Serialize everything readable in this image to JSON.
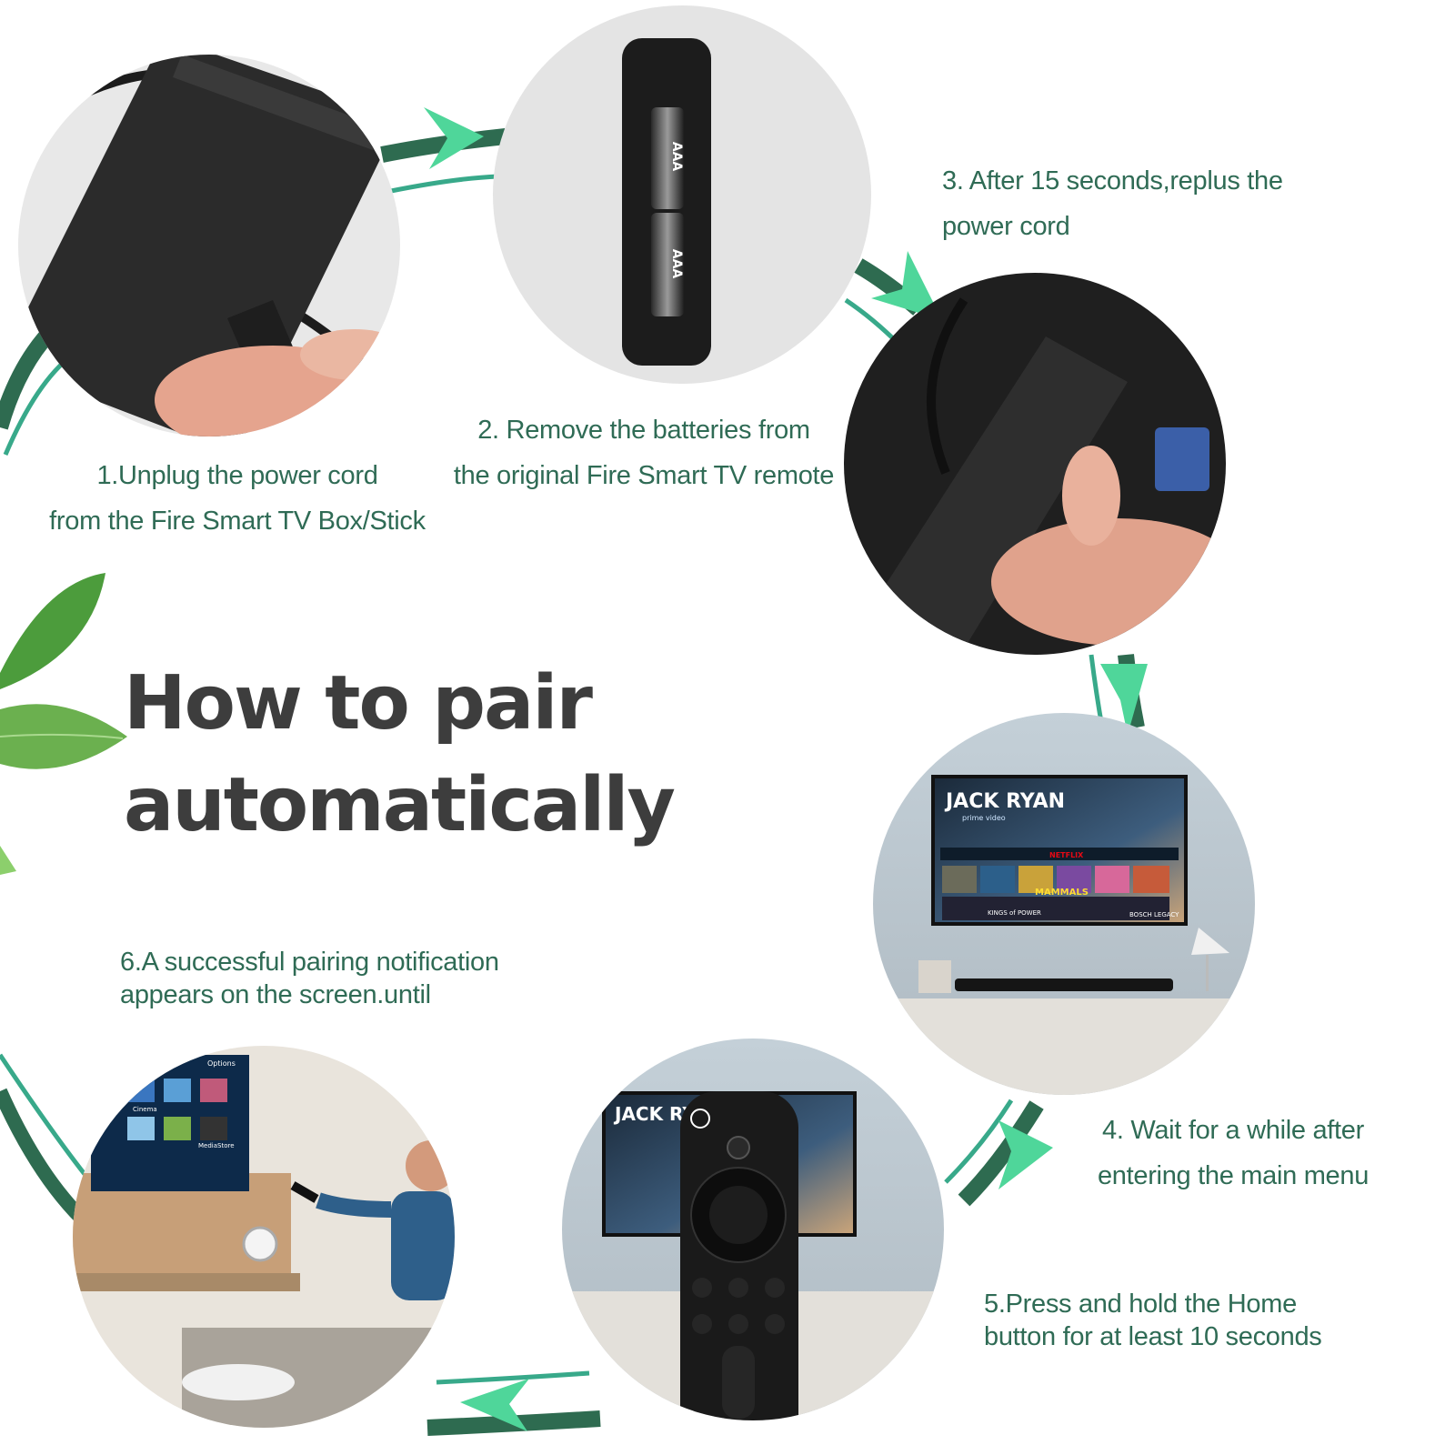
{
  "title": {
    "line1": "How to pair",
    "line2": "automatically"
  },
  "steps": [
    {
      "line1": "1.Unplug the power cord",
      "line2": "from the Fire Smart TV Box/Stick"
    },
    {
      "line1": "2. Remove the batteries from",
      "line2": "the original Fire Smart TV remote"
    },
    {
      "line1": "3. After 15 seconds,replus the",
      "line2": "power cord"
    },
    {
      "line1": "4. Wait for a while after",
      "line2": "entering the main menu"
    },
    {
      "line1": "5.Press and hold the Home",
      "line2": "button for at least 10 seconds"
    },
    {
      "line1": "6.A successful pairing notification",
      "line2": "appears on the screen.until"
    }
  ],
  "photo_labels": {
    "battery_1": "AAA",
    "battery_2": "AAA",
    "tv_show": "JACK RYAN",
    "tv_show_small": "JACK RYA",
    "tv_service": "prime video",
    "app_netflix": "NETFLIX",
    "tile_mammals": "MAMMALS",
    "tile_bosch": "BOSCH LEGACY",
    "tile_kings": "KINGS of POWER",
    "tile_cinema": "Cinema",
    "tile_mediastore": "MediaStore",
    "tile_options": "Options"
  },
  "colors": {
    "step_text": "#2f6b55",
    "title_text": "#3d3d3d",
    "arrow_dark": "#2e6b50",
    "arrow_light": "#4fd69a",
    "ring_line": "#38a98a",
    "photo_bg": "#e9e9e9"
  },
  "icons": [
    "arrow-icon",
    "leaf-icon",
    "power-icon",
    "mic-icon",
    "home-icon",
    "back-icon",
    "menu-icon"
  ]
}
